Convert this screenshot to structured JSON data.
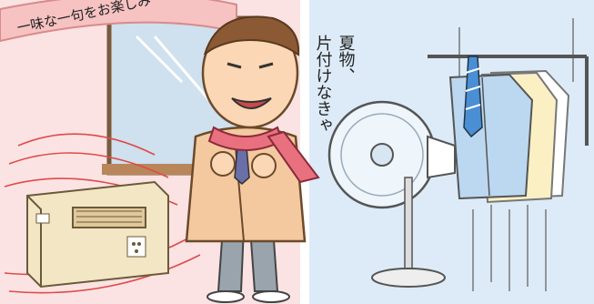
{
  "banner": {
    "text": "一味な一句をお楽しみ",
    "color": "#f5a9a9"
  },
  "caption": {
    "line1": "夏物、",
    "line2": "片付けなきゃ"
  },
  "colors": {
    "warm_bg": "#fbe3e3",
    "cool_bg": "#dcebf7",
    "coat": "#f4c9a0",
    "scarf": "#e8707f",
    "heater": "#f2e6c4",
    "shirt_blue": "#bcd8f0",
    "shirt_yellow": "#fbf0c4",
    "tie": "#4a8fd4"
  },
  "icons": {
    "heater": "heater-icon",
    "fan": "electric-fan-icon",
    "rack": "clothes-rack-icon"
  }
}
